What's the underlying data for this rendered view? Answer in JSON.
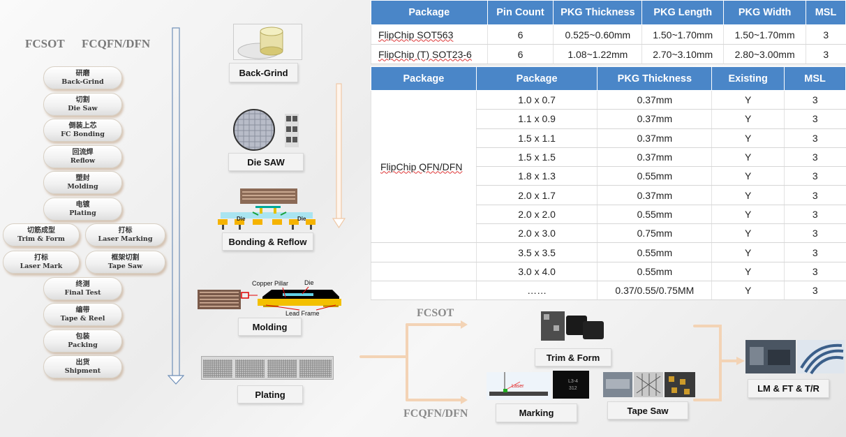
{
  "left_flow": {
    "category_a": "FCSOT",
    "category_b": "FCQFN/DFN",
    "steps": [
      {
        "cn": "研磨",
        "en": "Back-Grind"
      },
      {
        "cn": "切割",
        "en": "Die Saw"
      },
      {
        "cn": "倒装上芯",
        "en": "FC Bonding"
      },
      {
        "cn": "回流焊",
        "en": "Reflow"
      },
      {
        "cn": "塑封",
        "en": "Molding"
      },
      {
        "cn": "电镀",
        "en": "Plating"
      },
      {
        "cn": "切筋成型",
        "en": "Trim & Form"
      },
      {
        "cn": "打标",
        "en": "Laser Marking"
      },
      {
        "cn": "打标",
        "en": "Laser Mark"
      },
      {
        "cn": "框架切割",
        "en": "Tape Saw"
      },
      {
        "cn": "终测",
        "en": "Final Test"
      },
      {
        "cn": "编带",
        "en": "Tape & Reel"
      },
      {
        "cn": "包装",
        "en": "Packing"
      },
      {
        "cn": "出货",
        "en": "Shipment"
      }
    ]
  },
  "stages": {
    "back_grind": "Back-Grind",
    "die_saw": "Die SAW",
    "bonding": "Bonding & Reflow",
    "molding": "Molding",
    "plating": "Plating",
    "trim": "Trim & Form",
    "marking": "Marking",
    "tape_saw": "Tape Saw",
    "final": "LM & FT & T/R",
    "fcsot": "FCSOT",
    "fcqfn": "FCQFN/DFN"
  },
  "molding_annotations": {
    "copper_pillar": "Copper Pillar",
    "die": "Die",
    "lead_frame": "Lead Frame"
  },
  "bonding_annotations": {
    "die_left": "Die",
    "die_right": "Die"
  },
  "marking_annotations": {
    "laser": "Laser",
    "chip_code_1": "L3-4",
    "chip_code_2": "312"
  },
  "table1": {
    "headers": [
      "Package",
      "Pin Count",
      "PKG Thickness",
      "PKG Length",
      "PKG Width",
      "MSL"
    ],
    "rows": [
      [
        "FlipChip SOT563",
        "6",
        "0.525~0.60mm",
        "1.50~1.70mm",
        "1.50~1.70mm",
        "3"
      ],
      [
        "FlipChip (T) SOT23-6",
        "6",
        "1.08~1.22mm",
        "2.70~3.10mm",
        "2.80~3.00mm",
        "3"
      ]
    ]
  },
  "table2": {
    "headers": [
      "Package",
      "Package",
      "PKG Thickness",
      "Existing",
      "MSL"
    ],
    "group_label": "FlipChip QFN/DFN",
    "rows": [
      [
        "1.0 x 0.7",
        "0.37mm",
        "Y",
        "3"
      ],
      [
        "1.1 x 0.9",
        "0.37mm",
        "Y",
        "3"
      ],
      [
        "1.5 x 1.1",
        "0.37mm",
        "Y",
        "3"
      ],
      [
        "1.5 x 1.5",
        "0.37mm",
        "Y",
        "3"
      ],
      [
        "1.8 x 1.3",
        "0.55mm",
        "Y",
        "3"
      ],
      [
        "2.0 x 1.7",
        "0.37mm",
        "Y",
        "3"
      ],
      [
        "2.0 x 2.0",
        "0.55mm",
        "Y",
        "3"
      ],
      [
        "2.0 x 3.0",
        "0.75mm",
        "Y",
        "3"
      ],
      [
        "3.5 x 3.5",
        "0.55mm",
        "Y",
        "3"
      ],
      [
        "3.0 x 4.0",
        "0.55mm",
        "Y",
        "3"
      ],
      [
        "……",
        "0.37/0.55/0.75MM",
        "Y",
        "3"
      ]
    ]
  }
}
